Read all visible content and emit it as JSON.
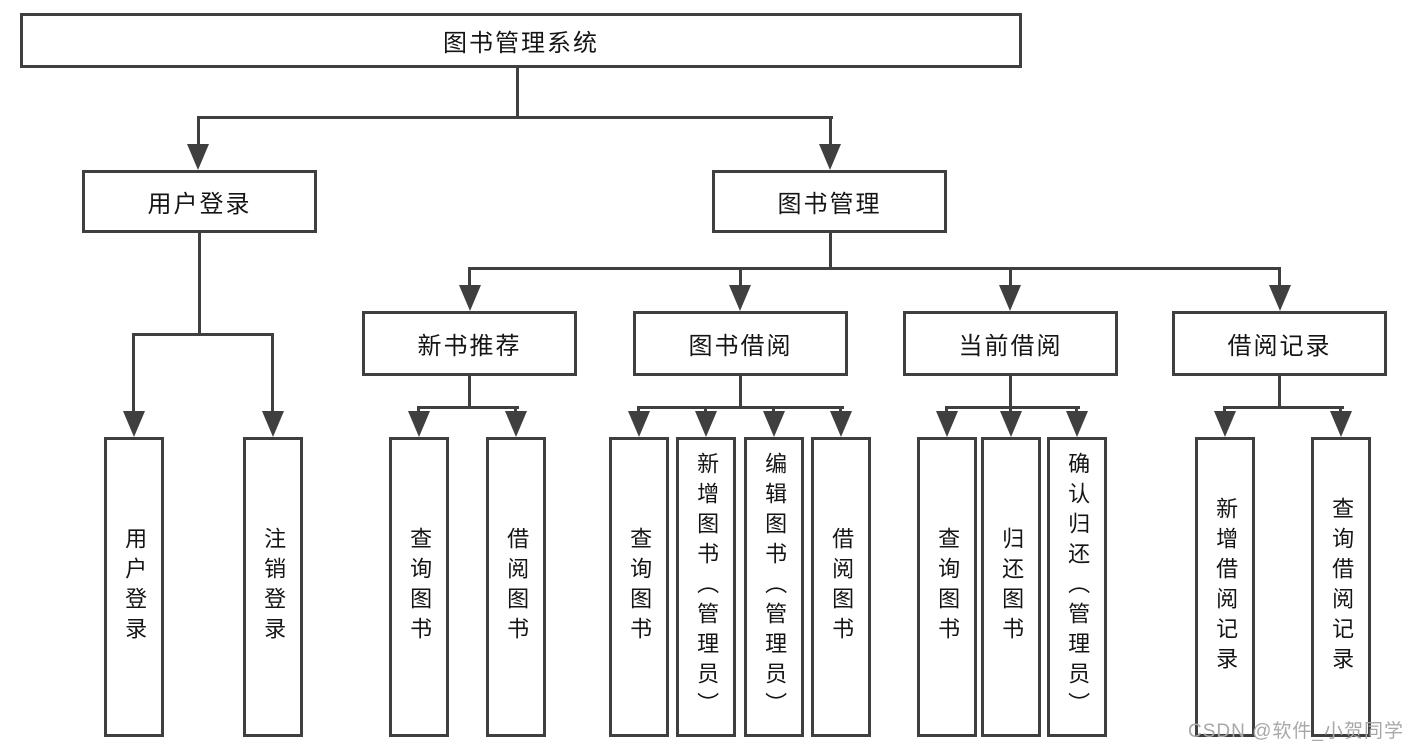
{
  "diagram": {
    "tree": {
      "label": "图书管理系统",
      "children": [
        {
          "label": "用户登录",
          "children": [
            {
              "label": "用户登录"
            },
            {
              "label": "注销登录"
            }
          ]
        },
        {
          "label": "图书管理",
          "children": [
            {
              "label": "新书推荐",
              "children": [
                {
                  "label": "查询图书"
                },
                {
                  "label": "借阅图书"
                }
              ]
            },
            {
              "label": "图书借阅",
              "children": [
                {
                  "label": "查询图书"
                },
                {
                  "label": "新增图书（管理员）"
                },
                {
                  "label": "编辑图书（管理员）"
                },
                {
                  "label": "借阅图书"
                }
              ]
            },
            {
              "label": "当前借阅",
              "children": [
                {
                  "label": "查询图书"
                },
                {
                  "label": "归还图书"
                },
                {
                  "label": "确认归还（管理员）"
                }
              ]
            },
            {
              "label": "借阅记录",
              "children": [
                {
                  "label": "新增借阅记录"
                },
                {
                  "label": "查询借阅记录"
                }
              ]
            }
          ]
        }
      ]
    },
    "watermark": {
      "text": "CSDN @软件_小贺同学"
    },
    "colors": {
      "line": "#3f3f3f",
      "text": "#151515",
      "watermark": "#a8a8a8",
      "background": "#ffffff"
    }
  }
}
